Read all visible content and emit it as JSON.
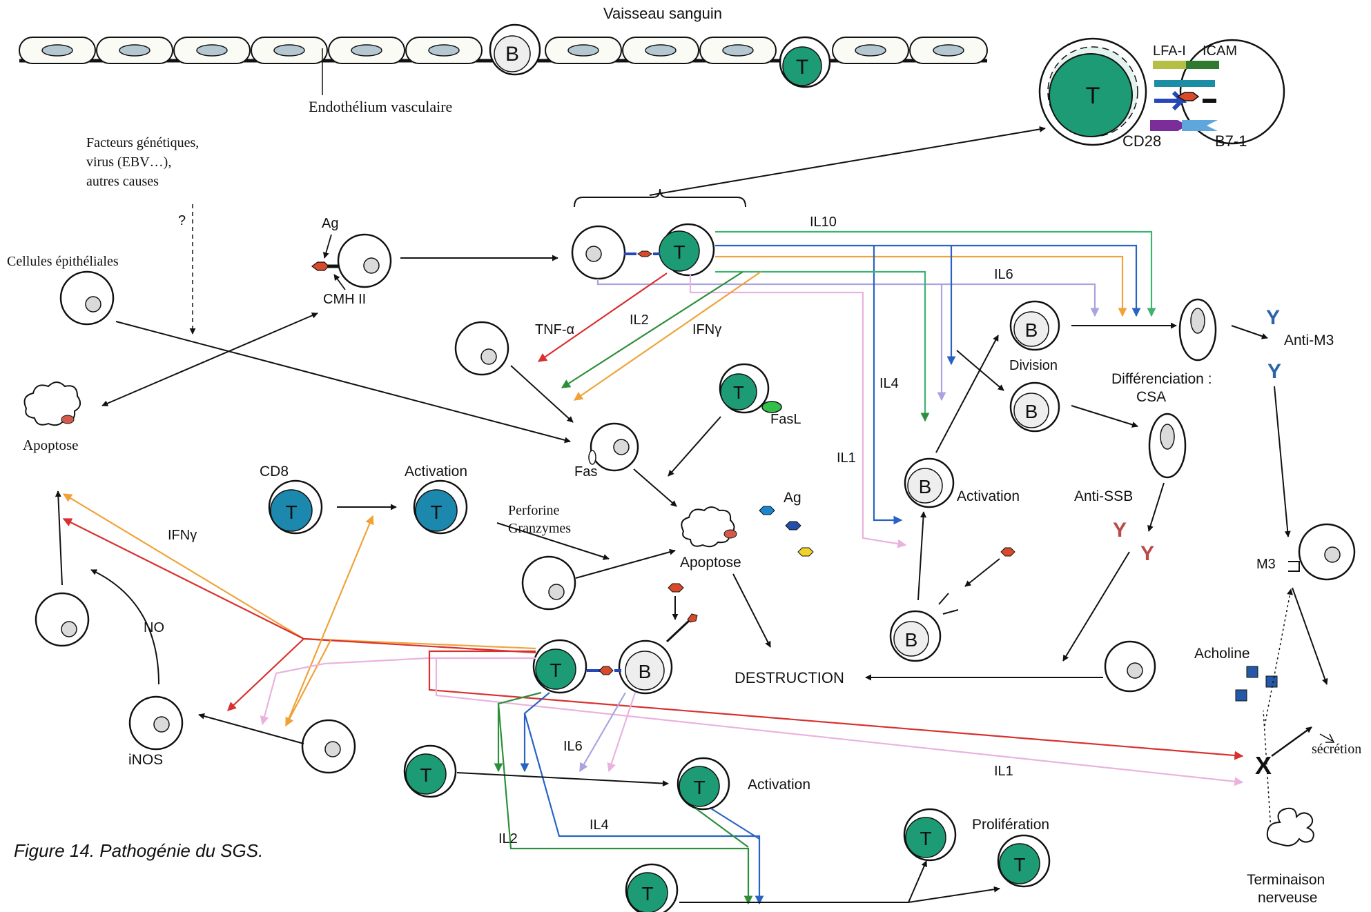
{
  "caption": "Figure 14. Pathogénie du SGS.",
  "labels": {
    "vaisseau": "Vaisseau sanguin",
    "endothelium": "Endothélium vasculaire",
    "facteurs_1": "Facteurs génétiques,",
    "facteurs_2": "virus (EBV…),",
    "facteurs_3": "autres causes",
    "question": "?",
    "cellules_epi": "Cellules épithéliales",
    "apoptose_left": "Apoptose",
    "ag_top": "Ag",
    "cmh": "CMH II",
    "lfa": "LFA-I",
    "icam": "ICAM",
    "cd28": "CD28",
    "b7": "B7-1",
    "il10": "IL10",
    "il6_top": "IL6",
    "tnf": "TNF-α",
    "il2_top": "IL2",
    "ifng_top": "IFNγ",
    "il4_mid": "IL4",
    "il1_mid": "IL1",
    "fasl": "FasL",
    "fas": "Fas",
    "cd8": "CD8",
    "activation_cd8": "Activation",
    "perforine": "Perforine",
    "granzymes": "Granzymes",
    "ag_mid": "Ag",
    "apoptose_mid": "Apoptose",
    "ifng_left": "IFNγ",
    "no": "NO",
    "inos": "iNOS",
    "destruction": "DESTRUCTION",
    "division": "Division",
    "activation_b": "Activation",
    "differenciation": "Différenciation :",
    "csa": "CSA",
    "anti_m3": "Anti-M3",
    "anti_ssb": "Anti-SSB",
    "m3": "M3",
    "acholine": "Acholine",
    "secretion": "sécrétion",
    "terminaison_1": "Terminaison",
    "terminaison_2": "nerveuse",
    "il6_low": "IL6",
    "il1_low": "IL1",
    "il4_low": "IL4",
    "il2_low": "IL2",
    "activation_t": "Activation",
    "proliferation": "Prolifération",
    "cell_T": "T",
    "cell_B": "B",
    "antibody": "Y",
    "cross": "X"
  },
  "colors": {
    "tcell": "#1c9b74",
    "cd8cell": "#1d88ad",
    "il10": "#3cb371",
    "il6": "#a9a3e0",
    "il4": "#2a62c4",
    "il1": "#eab2de",
    "ifng": "#f0a238",
    "il2": "#2d8f3a",
    "tnf": "#d93030",
    "antim3": "#2b64a8",
    "antissb": "#b84a4a"
  }
}
